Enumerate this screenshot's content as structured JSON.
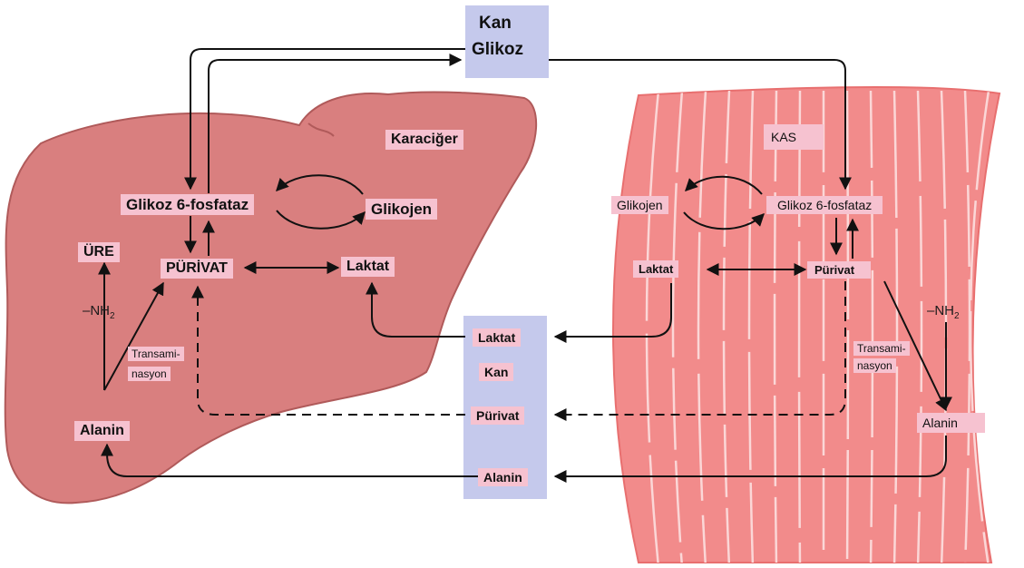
{
  "colors": {
    "liver_fill": "#d97f7f",
    "liver_stroke": "#b05a5a",
    "muscle_fill": "#f28b8b",
    "muscle_fiber": "#fbd7d7",
    "blood_panel": "#c5c9ec",
    "label_bg": "#f6c2d0",
    "arrow": "#111111"
  },
  "blood_top": {
    "line1": "Kan",
    "line2": "Glikoz"
  },
  "liver": {
    "title": "Karaciğer",
    "g6p": "Glikoz 6-fosfataz",
    "glycogen": "Glikojen",
    "pyruvate": "PÜRİVAT",
    "lactate": "Laktat",
    "urea": "ÜRE",
    "nh2": "–NH",
    "nh2_sub": "2",
    "transamination_1": "Transami-",
    "transamination_2": "nasyon",
    "alanine": "Alanin"
  },
  "blood_mid": {
    "lactate": "Laktat",
    "blood": "Kan",
    "pyruvate": "Pürivat",
    "alanine": "Alanin"
  },
  "muscle": {
    "title": "KAS",
    "g6p": "Glikoz 6-fosfataz",
    "glycogen": "Glikojen",
    "lactate": "Laktat",
    "pyruvate": "Pürivat",
    "nh2": "–NH",
    "nh2_sub": "2",
    "transamination_1": "Transami-",
    "transamination_2": "nasyon",
    "alanine": "Alanin"
  }
}
